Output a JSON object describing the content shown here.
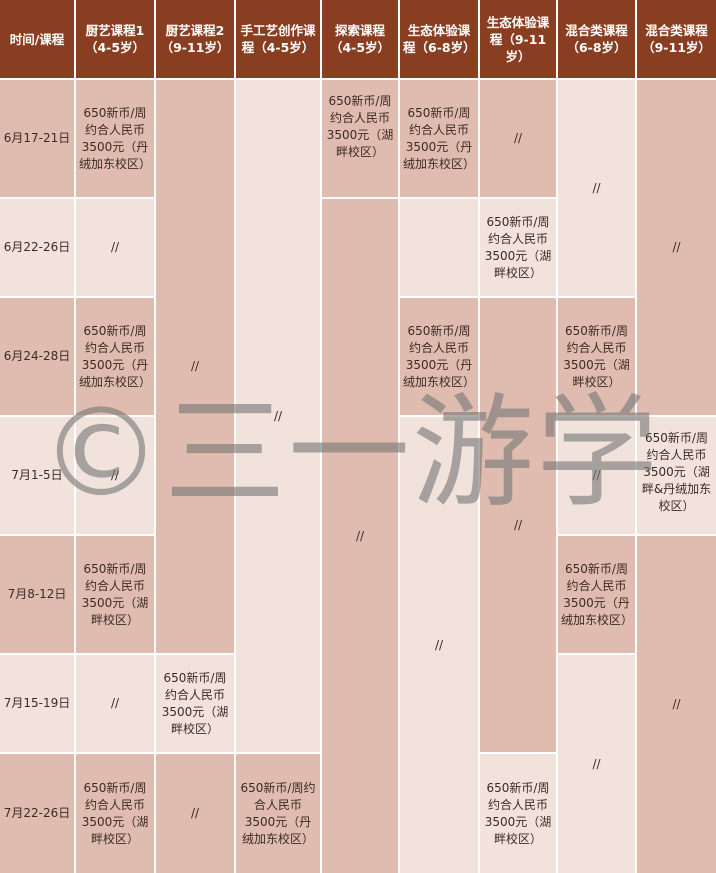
{
  "headers": [
    "时间/课程",
    "厨艺课程1（4-5岁）",
    "厨艺课程2（9-11岁）",
    "手工艺创作课程（4-5岁）",
    "探索课程（4-5岁）",
    "生态体验课程（6-8岁）",
    "生态体验课程（9-11岁）",
    "混合类课程（6-8岁）",
    "混合类课程（9-11岁）"
  ],
  "dates": [
    "6月17-21日",
    "6月22-26日",
    "6月24-28日",
    "7月1-5日",
    "7月8-12日",
    "7月15-19日",
    "7月22-26日"
  ],
  "none": "//",
  "offers": {
    "danrong": "650新币/周约合人民币3500元（丹绒加东校区）",
    "hupan": "650新币/周约合人民币3500元（湖畔校区）",
    "both": "650新币/周约合人民币3500元（湖畔&丹绒加东校区）"
  },
  "watermark": "©三一游学"
}
